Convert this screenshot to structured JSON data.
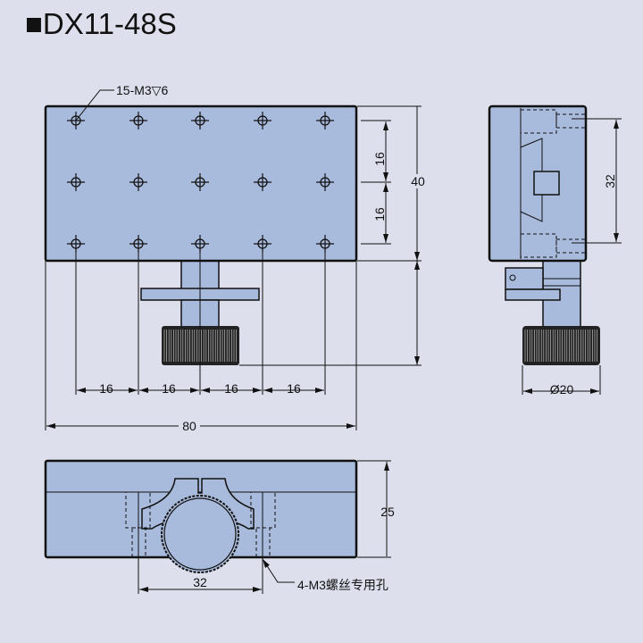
{
  "title": "■DX11-48S",
  "top_view": {
    "hole_callout": "15-M3▽6",
    "dim_hole_pitch_y": [
      "16",
      "16"
    ],
    "dim_height": "40",
    "dim_hole_pitch_x": [
      "16",
      "16",
      "16",
      "16"
    ],
    "dim_width": "80"
  },
  "side_view": {
    "dim_hole_spacing": "32",
    "dim_knob_diameter": "Ø20"
  },
  "front_view": {
    "dim_height": "25",
    "dim_hole_spacing": "32",
    "hole_callout": "4-M3螺丝专用孔"
  }
}
